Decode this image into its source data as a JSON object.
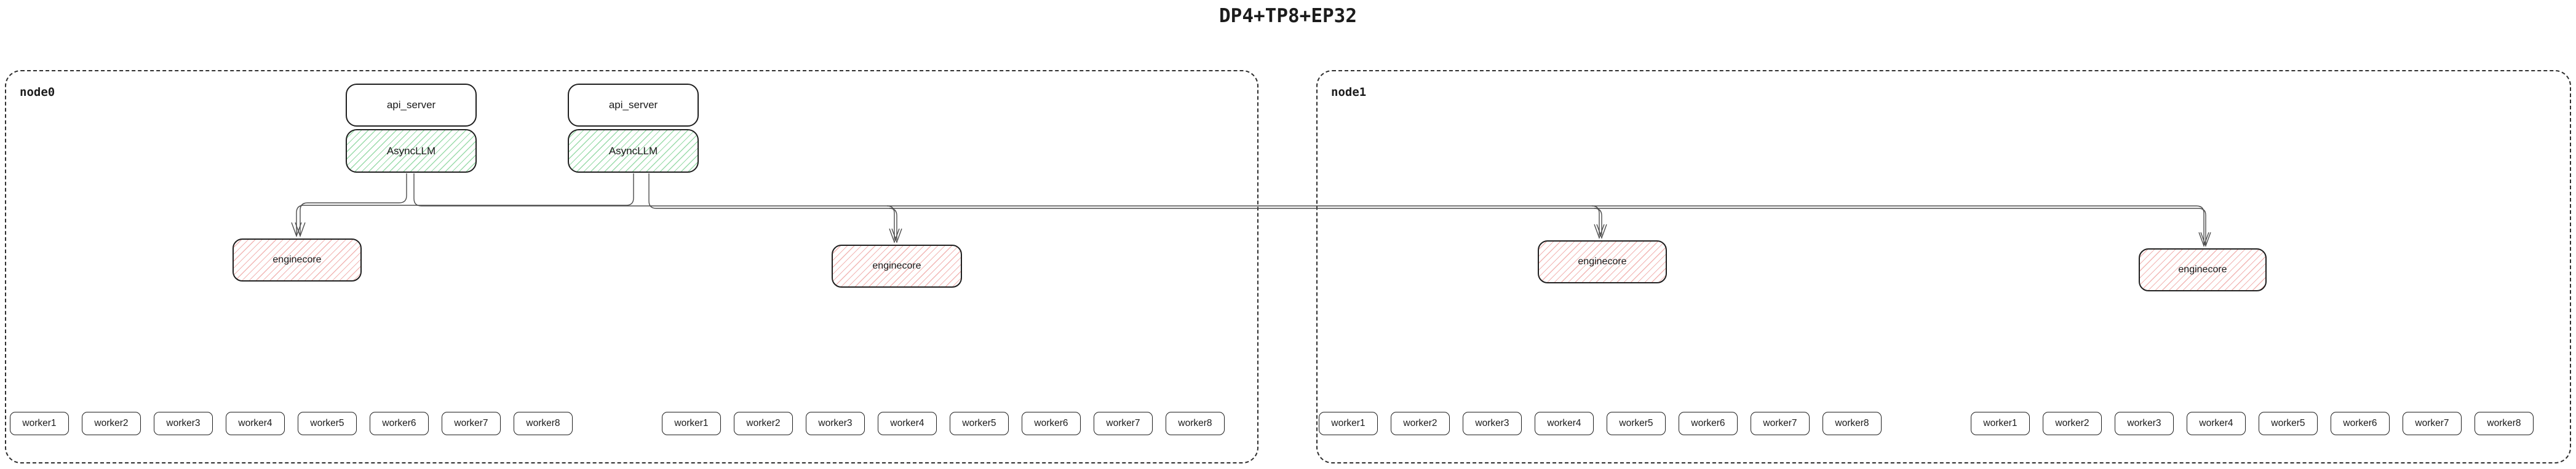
{
  "title": "DP4+TP8+EP32",
  "colors": {
    "background": "#ffffff",
    "box_border": "#1f1f1f",
    "node_border": "#2e2e2e",
    "green_hatch": "#9adbaa",
    "red_hatch": "#f2b6b4",
    "edge": "#4d4d4d"
  },
  "nodes": [
    {
      "label": "node0",
      "server_stacks": [
        {
          "api_server": "api_server",
          "async_llm": "AsyncLLM"
        },
        {
          "api_server": "api_server",
          "async_llm": "AsyncLLM"
        }
      ],
      "engine_cores": [
        "enginecore",
        "enginecore"
      ],
      "worker_groups": [
        {
          "workers": [
            "worker1",
            "worker2",
            "worker3",
            "worker4",
            "worker5",
            "worker6",
            "worker7",
            "worker8"
          ]
        },
        {
          "workers": [
            "worker1",
            "worker2",
            "worker3",
            "worker4",
            "worker5",
            "worker6",
            "worker7",
            "worker8"
          ]
        }
      ]
    },
    {
      "label": "node1",
      "server_stacks": [],
      "engine_cores": [
        "enginecore",
        "enginecore"
      ],
      "worker_groups": [
        {
          "workers": [
            "worker1",
            "worker2",
            "worker3",
            "worker4",
            "worker5",
            "worker6",
            "worker7",
            "worker8"
          ]
        },
        {
          "workers": [
            "worker1",
            "worker2",
            "worker3",
            "worker4",
            "worker5",
            "worker6",
            "worker7",
            "worker8"
          ]
        }
      ]
    }
  ],
  "edges": [
    {
      "from": "node0.AsyncLLM.0",
      "to": "node0.enginecore.0"
    },
    {
      "from": "node0.AsyncLLM.0",
      "to": "node0.enginecore.1"
    },
    {
      "from": "node0.AsyncLLM.0",
      "to": "node1.enginecore.0"
    },
    {
      "from": "node0.AsyncLLM.0",
      "to": "node1.enginecore.1"
    },
    {
      "from": "node0.AsyncLLM.1",
      "to": "node0.enginecore.0"
    },
    {
      "from": "node0.AsyncLLM.1",
      "to": "node0.enginecore.1"
    },
    {
      "from": "node0.AsyncLLM.1",
      "to": "node1.enginecore.0"
    },
    {
      "from": "node0.AsyncLLM.1",
      "to": "node1.enginecore.1"
    }
  ]
}
